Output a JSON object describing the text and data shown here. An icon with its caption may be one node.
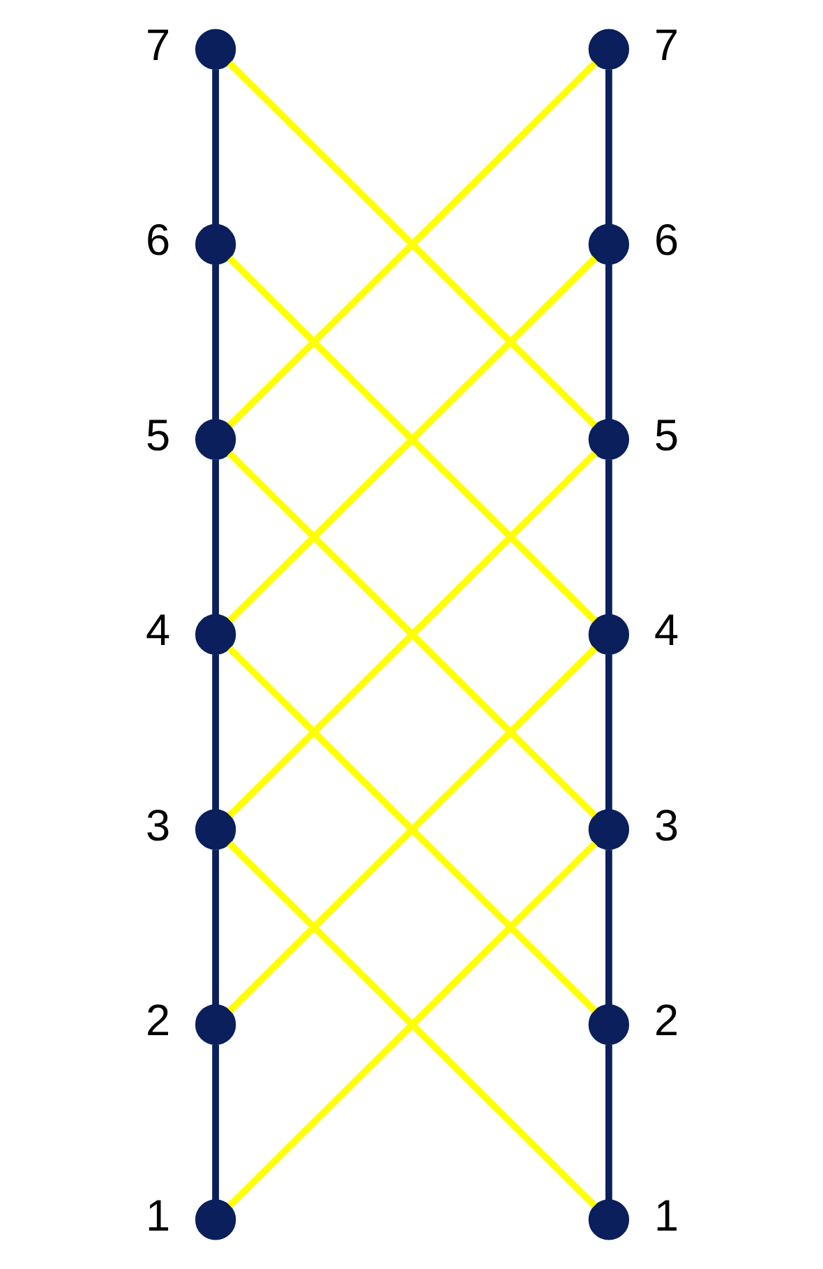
{
  "diagram": {
    "nodes": [
      {
        "text": [],
        "shape": "circle",
        "beside": [
          "7"
        ]
      },
      {
        "text": [],
        "shape": "circle",
        "beside": [
          "6"
        ]
      },
      {
        "text": [],
        "shape": "circle",
        "beside": [
          "5"
        ]
      },
      {
        "text": [],
        "shape": "circle",
        "beside": [
          "4"
        ]
      },
      {
        "text": [],
        "shape": "circle",
        "beside": [
          "3"
        ]
      },
      {
        "text": [],
        "shape": "circle",
        "beside": [
          "2"
        ]
      },
      {
        "text": [],
        "shape": "circle",
        "beside": [
          "1"
        ]
      },
      {
        "text": [],
        "shape": "circle",
        "beside": [
          "7"
        ]
      },
      {
        "text": [],
        "shape": "circle",
        "beside": [
          "6"
        ]
      },
      {
        "text": [],
        "shape": "circle",
        "beside": [
          "5"
        ]
      },
      {
        "text": [],
        "shape": "circle",
        "beside": [
          "4"
        ]
      },
      {
        "text": [],
        "shape": "circle",
        "beside": [
          "3"
        ]
      },
      {
        "text": [],
        "shape": "circle",
        "beside": [
          "2"
        ]
      },
      {
        "text": [],
        "shape": "circle",
        "beside": [
          "1"
        ]
      }
    ],
    "edges": [
      {
        "from": 0,
        "to": 1,
        "arrow": "none"
      },
      {
        "from": 1,
        "to": 2,
        "arrow": "none"
      },
      {
        "from": 2,
        "to": 3,
        "arrow": "none"
      },
      {
        "from": 3,
        "to": 4,
        "arrow": "none"
      },
      {
        "from": 4,
        "to": 5,
        "arrow": "none"
      },
      {
        "from": 5,
        "to": 6,
        "arrow": "none"
      },
      {
        "from": 7,
        "to": 8,
        "arrow": "none"
      },
      {
        "from": 8,
        "to": 9,
        "arrow": "none"
      },
      {
        "from": 9,
        "to": 10,
        "arrow": "none"
      },
      {
        "from": 10,
        "to": 11,
        "arrow": "none"
      },
      {
        "from": 11,
        "to": 12,
        "arrow": "none"
      },
      {
        "from": 12,
        "to": 13,
        "arrow": "none"
      },
      {
        "from": 0,
        "to": 9,
        "arrow": "none",
        "color": "#ffff00"
      },
      {
        "from": 1,
        "to": 10,
        "arrow": "none",
        "color": "#ffff00"
      },
      {
        "from": 2,
        "to": 11,
        "arrow": "none",
        "color": "#ffff00"
      },
      {
        "from": 3,
        "to": 12,
        "arrow": "none",
        "color": "#ffff00"
      },
      {
        "from": 4,
        "to": 13,
        "arrow": "none",
        "color": "#ffff00"
      },
      {
        "from": 2,
        "to": 7,
        "arrow": "none",
        "color": "#ffff00"
      },
      {
        "from": 3,
        "to": 8,
        "arrow": "none",
        "color": "#ffff00"
      },
      {
        "from": 4,
        "to": 9,
        "arrow": "none",
        "color": "#ffff00"
      },
      {
        "from": 5,
        "to": 10,
        "arrow": "none",
        "color": "#ffff00"
      },
      {
        "from": 6,
        "to": 11,
        "arrow": "none",
        "color": "#ffff00"
      }
    ]
  }
}
